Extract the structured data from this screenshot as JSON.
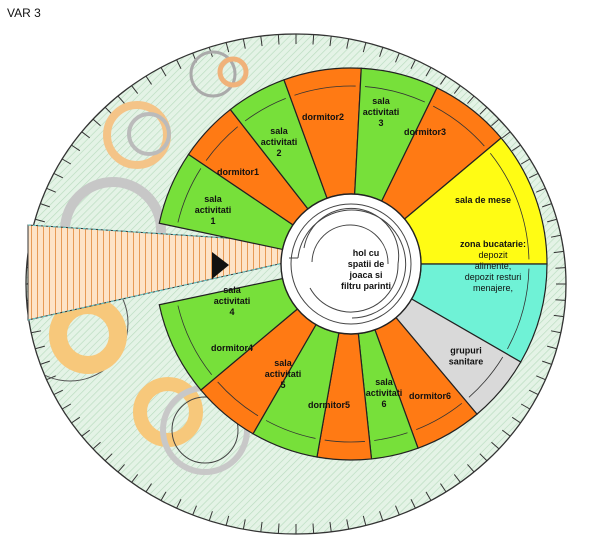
{
  "header": {
    "variant": "VAR 3"
  },
  "colors": {
    "green": "#77e03a",
    "orange": "#ff7a14",
    "yellow": "#fffc14",
    "cyan": "#6ff2d6",
    "gray": "#d9d9d9",
    "hatch": "#d9efdc",
    "stripe": "#f3b37a",
    "ring_orange": "#f4c488",
    "ring_gray": "#cfcfcf"
  },
  "center": {
    "lines": [
      "hol cu",
      "spatii de",
      "joaca si",
      "filtru parinti"
    ]
  },
  "rooms": [
    {
      "id": "sala-activitati-1",
      "color": "green",
      "lines": [
        "sala",
        "activitati",
        "1"
      ]
    },
    {
      "id": "dormitor1",
      "color": "orange",
      "lines": [
        "dormitor1"
      ]
    },
    {
      "id": "sala-activitati-2",
      "color": "green",
      "lines": [
        "sala",
        "activitati",
        "2"
      ]
    },
    {
      "id": "dormitor2",
      "color": "orange",
      "lines": [
        "dormitor2"
      ]
    },
    {
      "id": "sala-activitati-3",
      "color": "green",
      "lines": [
        "sala",
        "activitati",
        "3"
      ]
    },
    {
      "id": "dormitor3",
      "color": "orange",
      "lines": [
        "dormitor3"
      ]
    },
    {
      "id": "sala-de-mese",
      "color": "yellow",
      "lines": [
        "sala de mese"
      ]
    },
    {
      "id": "zona-bucatarie",
      "color": "cyan",
      "lines": [
        "zona bucatarie:",
        "depozit",
        "alimente,",
        "depozit resturi",
        "menajere,"
      ]
    },
    {
      "id": "grupuri-sanitare",
      "color": "gray",
      "lines": [
        "grupuri",
        "sanitare"
      ]
    },
    {
      "id": "dormitor6",
      "color": "orange",
      "lines": [
        "dormitor6"
      ]
    },
    {
      "id": "sala-activitati-6",
      "color": "green",
      "lines": [
        "sala",
        "activitati",
        "6"
      ]
    },
    {
      "id": "dormitor5",
      "color": "orange",
      "lines": [
        "dormitor5"
      ]
    },
    {
      "id": "sala-activitati-5",
      "color": "green",
      "lines": [
        "sala",
        "activitati",
        "5"
      ]
    },
    {
      "id": "dormitor4",
      "color": "orange",
      "lines": [
        "dormitor4"
      ]
    },
    {
      "id": "sala-activitati-4",
      "color": "green",
      "lines": [
        "sala",
        "activitati",
        "4"
      ]
    }
  ]
}
